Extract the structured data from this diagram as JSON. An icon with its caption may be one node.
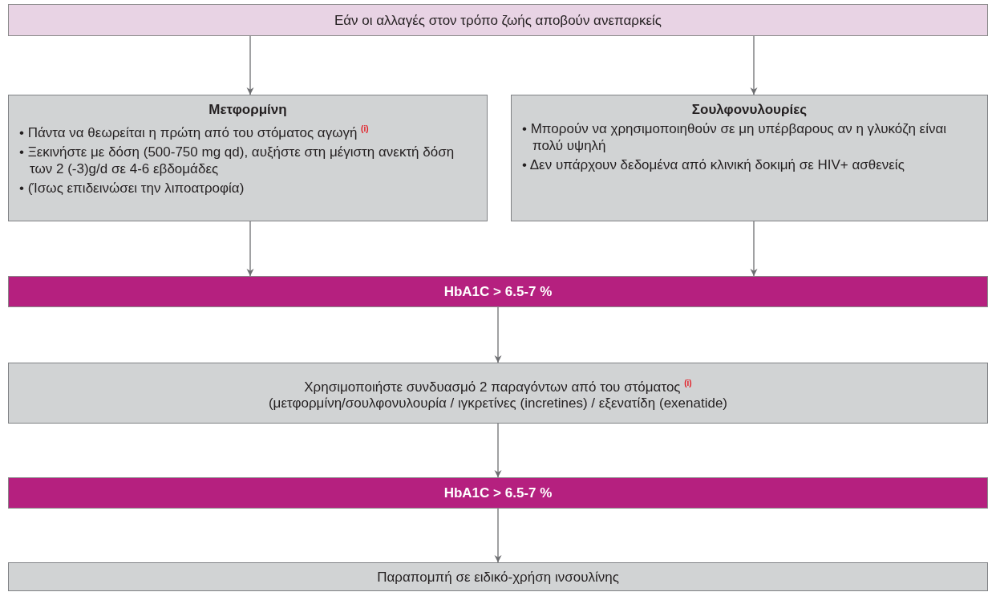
{
  "diagram": {
    "nodes": [
      {
        "text": [
          "Εάν οι αλλαγές στον τρόπο ζωής αποβούν ανεπαρκείς"
        ]
      },
      {
        "text": [
          "Μετφορμίνη",
          "• Πάντα να θεωρείται η πρώτη από του στόματος αγωγή $^{(i)}$",
          "• Ξεκινήστε με δόση (500-750 mg qd), αυξήστε στη μέγιστη ανεκτή δόση των 2 (-3)g/d σε 4-6 εβδομάδες",
          "• (Ίσως επιδεινώσει την λιποατροφία)"
        ]
      },
      {
        "text": [
          "Σουλφονυλουρίες",
          "• Μπορούν να χρησιμοποιηθούν σε μη υπέρβαρους αν η γλυκόζη είναι πολύ υψηλή",
          "• Δεν υπάρχουν δεδομένα από κλινική δοκιμή σε HIV+ ασθενείς"
        ]
      },
      {
        "text": [
          "HbA1C > 6.5-7 %"
        ]
      },
      {
        "text": [
          "Χρησιμοποιήστε συνδυασμό 2 παραγόντων από του στόματος $^{(i)}$",
          "(μετφορμίνη/σουλφονυλουρία / ιγκρετίνες (incretines) / εξενατίδη (exenatide)"
        ]
      },
      {
        "text": [
          "HbA1C > 6.5-7 %"
        ]
      },
      {
        "text": [
          "Παραπομπή σε ειδικό-χρήση ινσουλίνης"
        ]
      }
    ],
    "edges": [
      {
        "from": 0,
        "to": 1,
        "arrow": "to"
      },
      {
        "from": 0,
        "to": 2,
        "arrow": "to"
      },
      {
        "from": 1,
        "to": 3,
        "arrow": "to"
      },
      {
        "from": 2,
        "to": 3,
        "arrow": "to"
      },
      {
        "from": 3,
        "to": 4,
        "arrow": "to"
      },
      {
        "from": 4,
        "to": 5,
        "arrow": "to"
      },
      {
        "from": 5,
        "to": 6,
        "arrow": "to"
      }
    ]
  }
}
